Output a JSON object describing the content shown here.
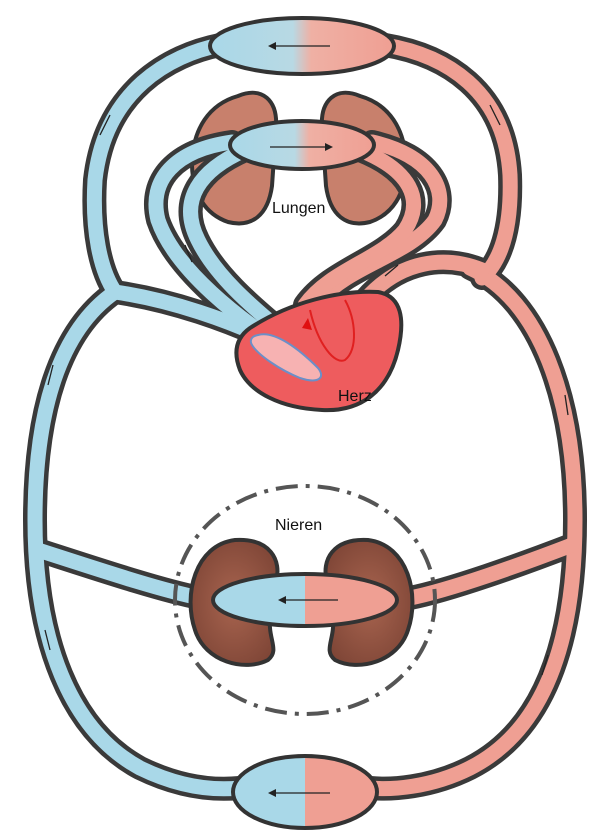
{
  "labels": {
    "lungs": "Lungen",
    "heart": "Herz",
    "kidneys": "Nieren"
  },
  "colors": {
    "deoxygenated": "#a9d8e8",
    "oxygenated": "#ef9f93",
    "outline": "#3a3a3a",
    "lung": "#c8806c",
    "kidney": "#9b5a48",
    "heart": "#ee5c5e",
    "heart_inner": "#f26b6b",
    "dash_circle": "#555555"
  }
}
